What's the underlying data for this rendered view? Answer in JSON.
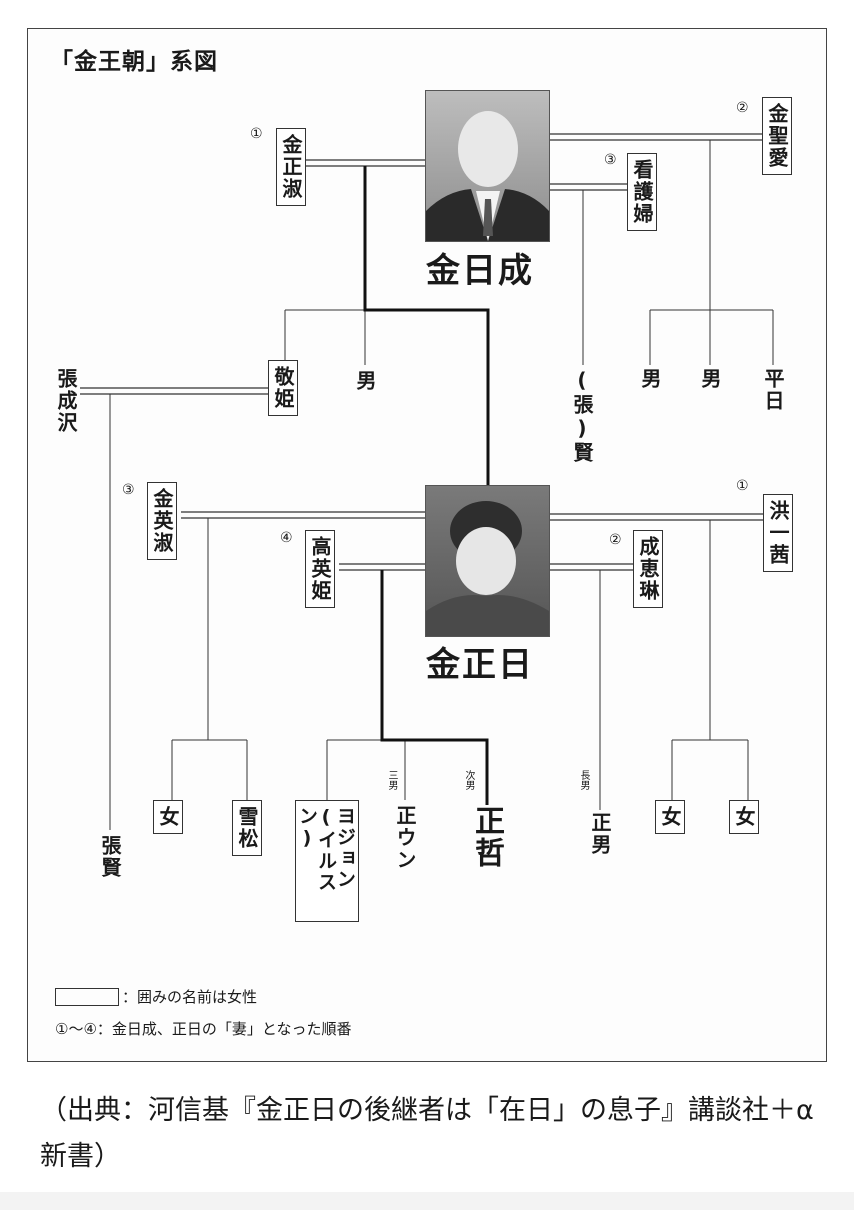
{
  "title": "「金王朝」系図",
  "gen1": {
    "name": "金日成",
    "wives": [
      {
        "order": "①",
        "name": "金正淑"
      },
      {
        "order": "②",
        "name": "金聖愛"
      },
      {
        "order": "③",
        "name": "看護婦"
      }
    ],
    "children_kim_jong_suk": [
      {
        "name": "敬姫"
      },
      {
        "name": "男"
      }
    ],
    "children_kim_song_ae": [
      {
        "name": "男"
      },
      {
        "name": "男"
      },
      {
        "name": "平日"
      }
    ],
    "children_nurse": [
      {
        "name": "(張)賢"
      }
    ],
    "son_in_law": "張成沢",
    "grandchild": "張賢"
  },
  "gen2": {
    "name": "金正日",
    "wives": [
      {
        "order": "①",
        "name": "洪一茜"
      },
      {
        "order": "②",
        "name": "成恵琳"
      },
      {
        "order": "③",
        "name": "金英淑"
      },
      {
        "order": "④",
        "name": "高英姫"
      }
    ],
    "children_kim_young_suk": [
      {
        "name": "女"
      },
      {
        "name": "雪松"
      }
    ],
    "children_ko_young_hee": [
      {
        "name": "ヨジョン(イルスン)"
      },
      {
        "rank": "三男",
        "name": "正ウン"
      },
      {
        "rank": "次男",
        "name": "正哲"
      }
    ],
    "children_sung_hae_rim": [
      {
        "rank": "長男",
        "name": "正男"
      }
    ],
    "children_hong_il_chon": [
      {
        "name": "女"
      },
      {
        "name": "女"
      }
    ]
  },
  "legend": {
    "box_text": "：囲みの名前は女性",
    "order_text": "①〜④：金日成、正日の「妻」となった順番"
  },
  "caption": "（出典：河信基『金正日の後継者は「在日」の息子』講談社＋α新書）",
  "colors": {
    "line": "#333333",
    "thick": "#111111",
    "frame": "#444444"
  }
}
